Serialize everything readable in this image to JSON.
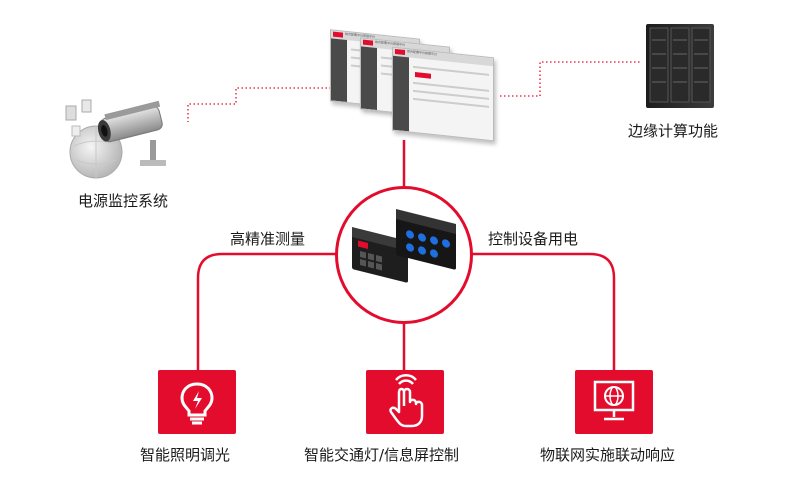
{
  "labels": {
    "power_monitoring": "电源监控系统",
    "edge_computing": "边缘计算功能",
    "high_precision": "高精准测量",
    "control_power": "控制设备用电",
    "smart_lighting": "智能照明调光",
    "traffic_signal": "智能交通灯/信息屏控制",
    "iot_response": "物联网实施联动响应"
  },
  "screens": {
    "title": "综合配置平台管理平台"
  },
  "colors": {
    "accent": "#e30c2d",
    "dotted_line": "#e30c2d"
  },
  "icons": {
    "camera": "surveillance-camera-icon",
    "server": "server-rack-icon",
    "lightbulb": "lightbulb-icon",
    "touch": "touch-hand-icon",
    "monitor": "globe-monitor-icon",
    "device": "power-controller-device"
  }
}
